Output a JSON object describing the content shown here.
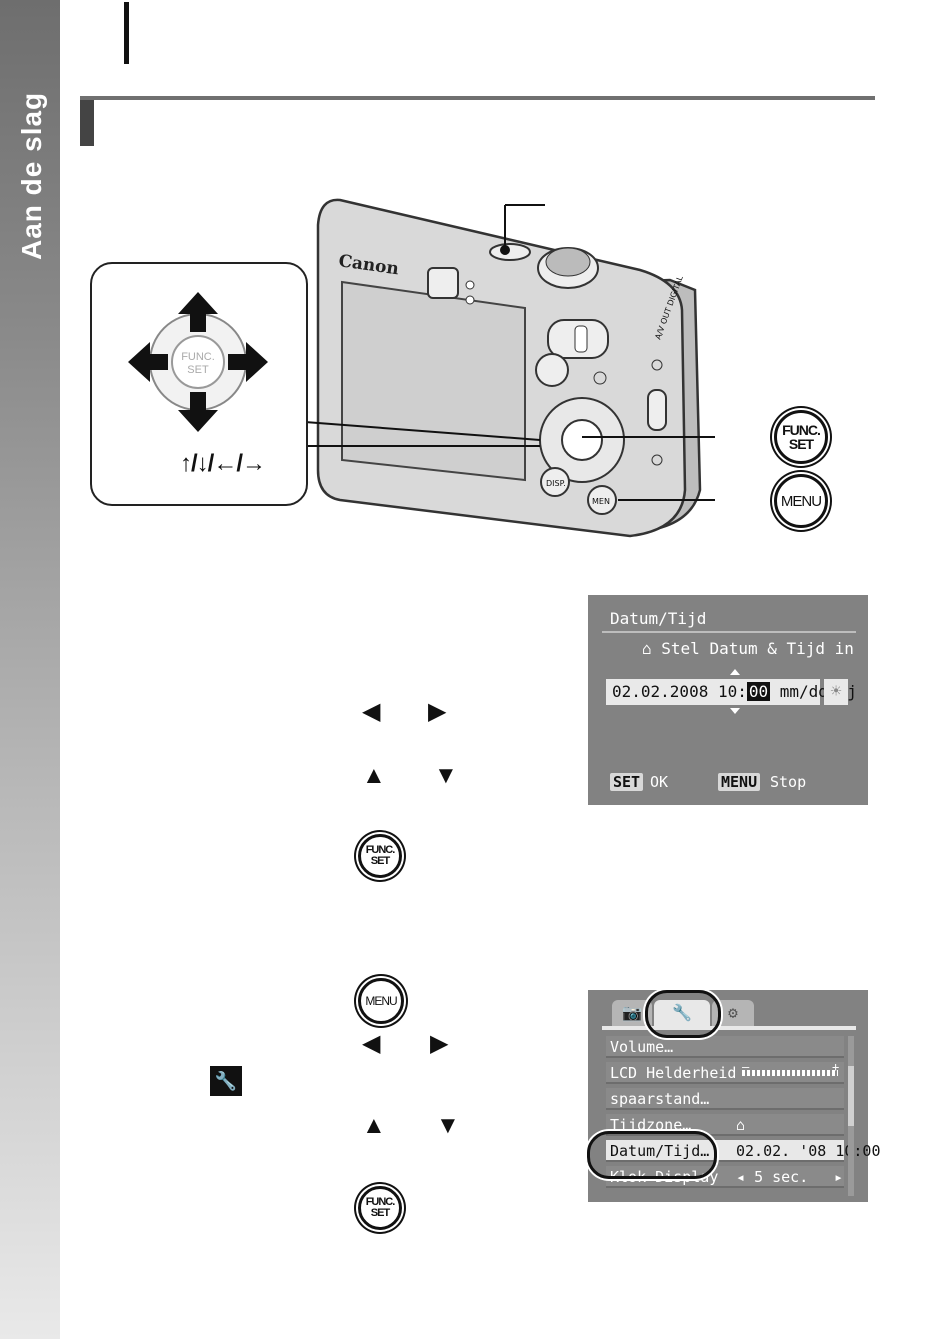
{
  "sidebar": {
    "section_title": "Aan de slag"
  },
  "camera": {
    "brand": "Canon",
    "av_label": "A/V OUT DIGITAL",
    "disp_label": "DISP.",
    "menu_short": "MEN"
  },
  "callout": {
    "center_label_line1": "FUNC.",
    "center_label_line2": "SET",
    "arrows_label": "↑/↓/←/→"
  },
  "buttons": {
    "func_line1": "FUNC.",
    "func_line2": "SET",
    "menu_label": "MENU"
  },
  "screen_datetime": {
    "title": "Datum/Tijd",
    "subtitle": "Stel Datum & Tijd in",
    "date_text": "02.02.2008 10:",
    "selected": "00",
    "format": "mm/dd/jj",
    "set_key": "SET",
    "ok_label": "OK",
    "menu_key": "MENU",
    "stop_label": "Stop"
  },
  "screen_menu": {
    "rows": [
      {
        "label": "Volume…",
        "value": ""
      },
      {
        "label": "LCD Helderheid",
        "value": ""
      },
      {
        "label": "spaarstand…",
        "value": ""
      },
      {
        "label": "Tijdzone…",
        "value": ""
      },
      {
        "label": "Datum/Tijd…",
        "value": "02.02. '08 10:00"
      },
      {
        "label": "Klok Display",
        "value": "5 sec."
      }
    ],
    "lcd_minus": "–",
    "lcd_plus": "+"
  },
  "colors": {
    "lcd_bg": "#828282",
    "highlight": "#e8e8e8",
    "strip_dark": "#6e6e6e"
  }
}
